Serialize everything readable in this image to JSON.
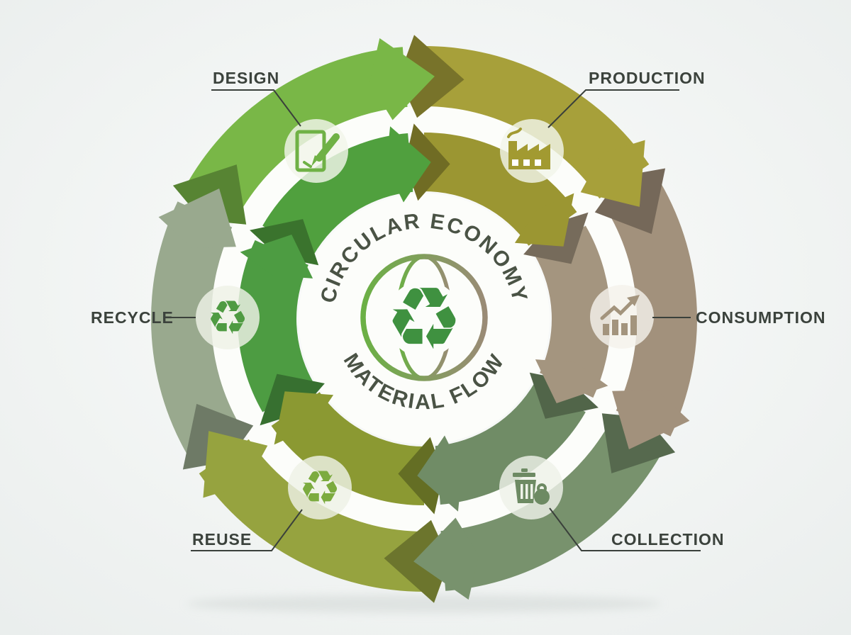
{
  "center": {
    "title_top": "CIRCULAR ECONOMY",
    "title_bottom": "MATERIAL FLOW",
    "text_color": "#4a5345",
    "globe_green": "#6bb045",
    "globe_taupe": "#9a8b76",
    "recycle_color": "#3f9140",
    "recycle_glyph": "♻"
  },
  "rings": {
    "outer": [
      "#79b747",
      "#a7a03a",
      "#a2917c",
      "#78926d",
      "#96a33f",
      "#99a98e"
    ],
    "inner": [
      "#50a03e",
      "#9b9632",
      "#a4957f",
      "#708c66",
      "#8b9932",
      "#4d9c42"
    ]
  },
  "stages": [
    {
      "label": "DESIGN",
      "icon": "document-pencil-icon",
      "color": "#6fb145"
    },
    {
      "label": "PRODUCTION",
      "icon": "factory-icon",
      "color": "#a29a31"
    },
    {
      "label": "CONSUMPTION",
      "icon": "growth-chart-icon",
      "color": "#a3947d"
    },
    {
      "label": "COLLECTION",
      "icon": "waste-bin-icon",
      "color": "#6d8a63"
    },
    {
      "label": "REUSE",
      "icon": "recycle-arrows-icon",
      "color": "#7cab3f"
    },
    {
      "label": "RECYCLE",
      "icon": "recycle-arrows-icon",
      "color": "#4f9b42"
    }
  ],
  "glyphs": {
    "recycle": "♻"
  },
  "label_style": {
    "color": "#3b423c",
    "line_color": "#3a403b"
  },
  "background": {
    "center": "#fbfcfb",
    "edge": "#e9edec",
    "shadow": "#d8dddb"
  }
}
